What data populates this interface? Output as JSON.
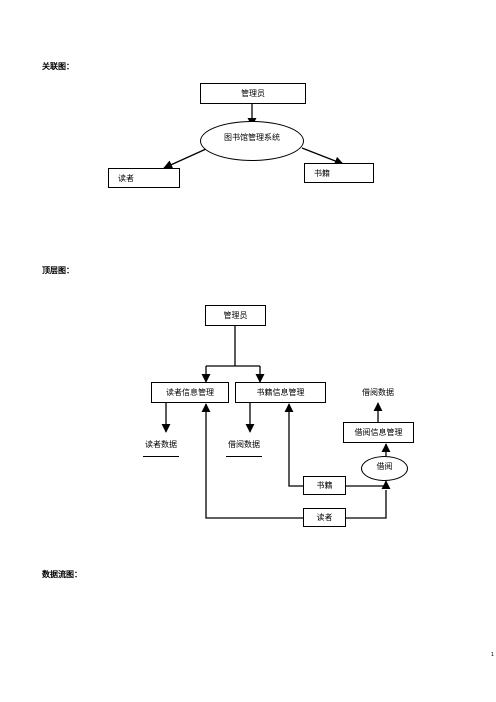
{
  "sections": {
    "context_heading": "关联图：",
    "top_level_heading": "顶层图：",
    "dataflow_heading": "数据流图："
  },
  "context_diagram": {
    "admin": "管理员",
    "system": "图书馆管理系统",
    "reader": "读者",
    "book": "书籍"
  },
  "top_diagram": {
    "admin": "管理员",
    "reader_info_mgmt": "读者信息管理",
    "book_info_mgmt": "书籍信息管理",
    "borrow_data_top": "借阅数据",
    "borrow_info_mgmt": "借阅信息管理",
    "reader_data": "读者数据",
    "borrow_data": "借阅数据",
    "borrow": "借阅",
    "book": "书籍",
    "reader": "读者"
  },
  "page_number": "1"
}
